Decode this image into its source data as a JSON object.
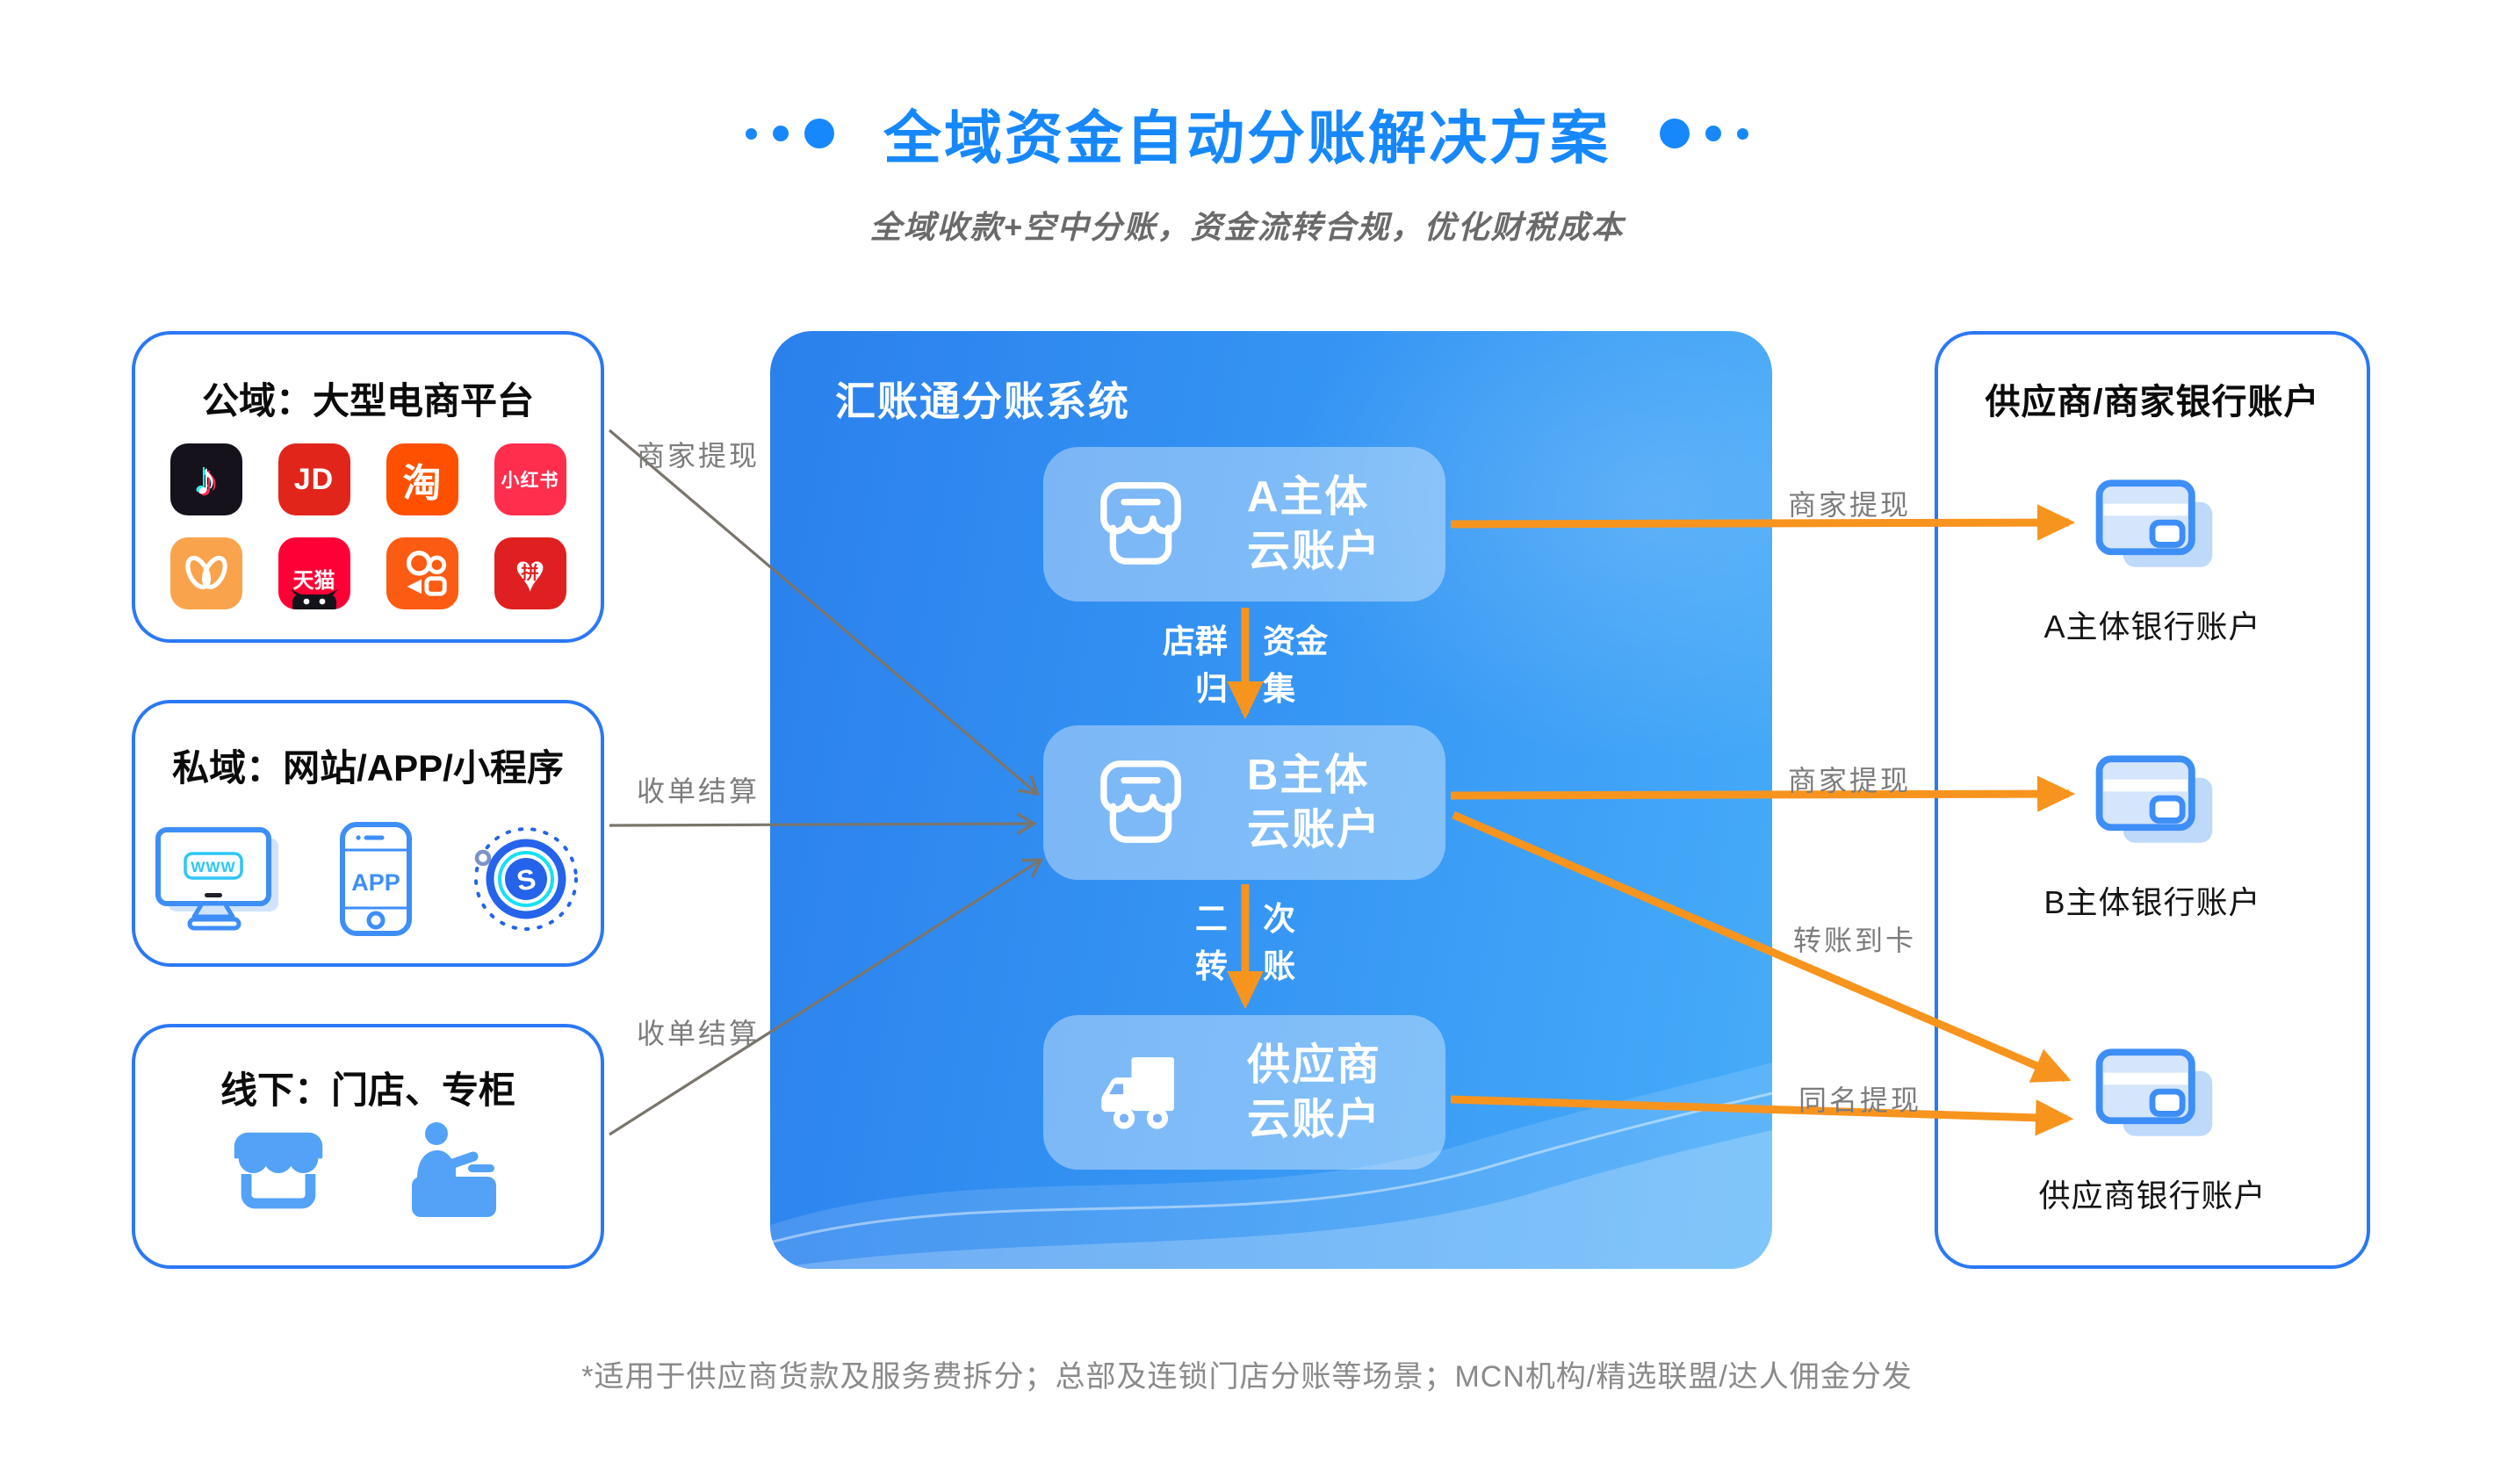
{
  "header": {
    "title": "全域资金自动分账解决方案",
    "subtitle": "全域收款+空中分账，资金流转合规，优化财税成本"
  },
  "source_panels": [
    {
      "title": "公域：大型电商平台",
      "apps": [
        {
          "name": "douyin",
          "text": "♪"
        },
        {
          "name": "jd",
          "text": "JD"
        },
        {
          "name": "taobao",
          "text": "淘"
        },
        {
          "name": "xiaohongshu",
          "text": "小红书"
        },
        {
          "name": "weidian"
        },
        {
          "name": "tmall",
          "text": "天猫"
        },
        {
          "name": "kuaishou"
        },
        {
          "name": "pinduoduo",
          "text": "拼"
        }
      ]
    },
    {
      "title": "私域：网站/APP/小程序",
      "icons": [
        {
          "name": "website",
          "text": "WWW"
        },
        {
          "name": "app",
          "text": "APP"
        },
        {
          "name": "miniprogram",
          "text": "S"
        }
      ]
    },
    {
      "title": "线下：门店、专柜",
      "icons": [
        {
          "name": "store"
        },
        {
          "name": "counter"
        }
      ]
    }
  ],
  "system_panel": {
    "title": "汇账通分账系统",
    "accounts": [
      {
        "line1": "A主体",
        "line2": "云账户"
      },
      {
        "line1": "B主体",
        "line2": "云账户"
      },
      {
        "line1": "供应商",
        "line2": "云账户"
      }
    ],
    "flows": [
      {
        "line1": "店群 资金",
        "line2": "归 集"
      },
      {
        "line1": "二 次",
        "line2": "转 账"
      }
    ]
  },
  "bank_panel": {
    "title": "供应商/商家银行账户",
    "accounts": [
      {
        "label": "A主体银行账户"
      },
      {
        "label": "B主体银行账户"
      },
      {
        "label": "供应商银行账户"
      }
    ]
  },
  "edge_labels": {
    "left": [
      "商家提现",
      "收单结算",
      "收单结算"
    ],
    "right": [
      "商家提现",
      "商家提现",
      "转账到卡",
      "同名提现"
    ]
  },
  "footnote": "*适用于供应商货款及服务费拆分；总部及连锁门店分账等场景；MCN机构/精选联盟/达人佣金分发",
  "colors": {
    "accent_blue": "#1788FB",
    "panel_border": "#2B78F6",
    "system_gradient_start": "#2B80EC",
    "system_gradient_end": "#47ACF9",
    "orange": "#F7941E",
    "gray_arrow": "#7A756C",
    "icon_outline_blue": "#3E8EF7",
    "icon_solid_blue": "#53A2F7",
    "douyin_bg": "#16121C",
    "jd_bg": "#E1251B",
    "taobao_bg": "#FF5000",
    "xiaohongshu_bg": "#FF2E4D",
    "weidian_bg": "#F9A34C",
    "tmall_bg": "#FF0036",
    "kuaishou_bg": "#FB5B12",
    "pinduoduo_bg": "#E02020"
  }
}
